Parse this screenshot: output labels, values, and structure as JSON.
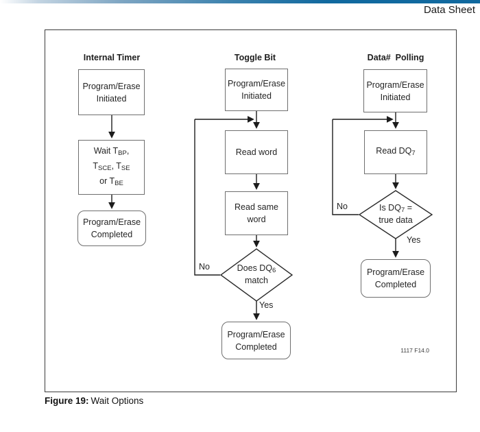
{
  "page": {
    "doc_type": "Data Sheet",
    "figure_label": "Figure 19:",
    "figure_title": "Wait Options",
    "figure_code": "1117 F14.0"
  },
  "colors": {
    "header_bar_blue": "#11699f",
    "box_border_gray": "#6e6e6e",
    "line_color": "#1c1c1c",
    "frame_border": "#3a3a3a"
  },
  "internal_timer": {
    "header": "Internal Timer",
    "initiated_line1": "Program/Erase",
    "initiated_line2": "Initiated",
    "wait_l1_pre": "Wait T",
    "wait_l1_sub": "BP",
    "wait_l1_post": ",",
    "wait_l2_pre": "T",
    "wait_l2_sub": "SCE",
    "wait_l2_mid": ", T",
    "wait_l2_sub2": "SE",
    "wait_l3_pre": "or T",
    "wait_l3_sub": "BE",
    "completed_line1": "Program/Erase",
    "completed_line2": "Completed"
  },
  "toggle_bit": {
    "header": "Toggle Bit",
    "initiated_line1": "Program/Erase",
    "initiated_line2": "Initiated",
    "read_word": "Read word",
    "read_same_line1": "Read same",
    "read_same_line2": "word",
    "diamond_pre": "Does DQ",
    "diamond_sub": "6",
    "diamond_line2": "match",
    "no_label": "No",
    "yes_label": "Yes",
    "completed_line1": "Program/Erase",
    "completed_line2": "Completed"
  },
  "data_polling": {
    "header": "Data#  Polling",
    "initiated_line1": "Program/Erase",
    "initiated_line2": "Initiated",
    "read_pre": "Read DQ",
    "read_sub": "7",
    "diamond_pre": "Is DQ",
    "diamond_sub": "7",
    "diamond_post": " =",
    "diamond_line2": "true data",
    "no_label": "No",
    "yes_label": "Yes",
    "completed_line1": "Program/Erase",
    "completed_line2": "Completed"
  }
}
